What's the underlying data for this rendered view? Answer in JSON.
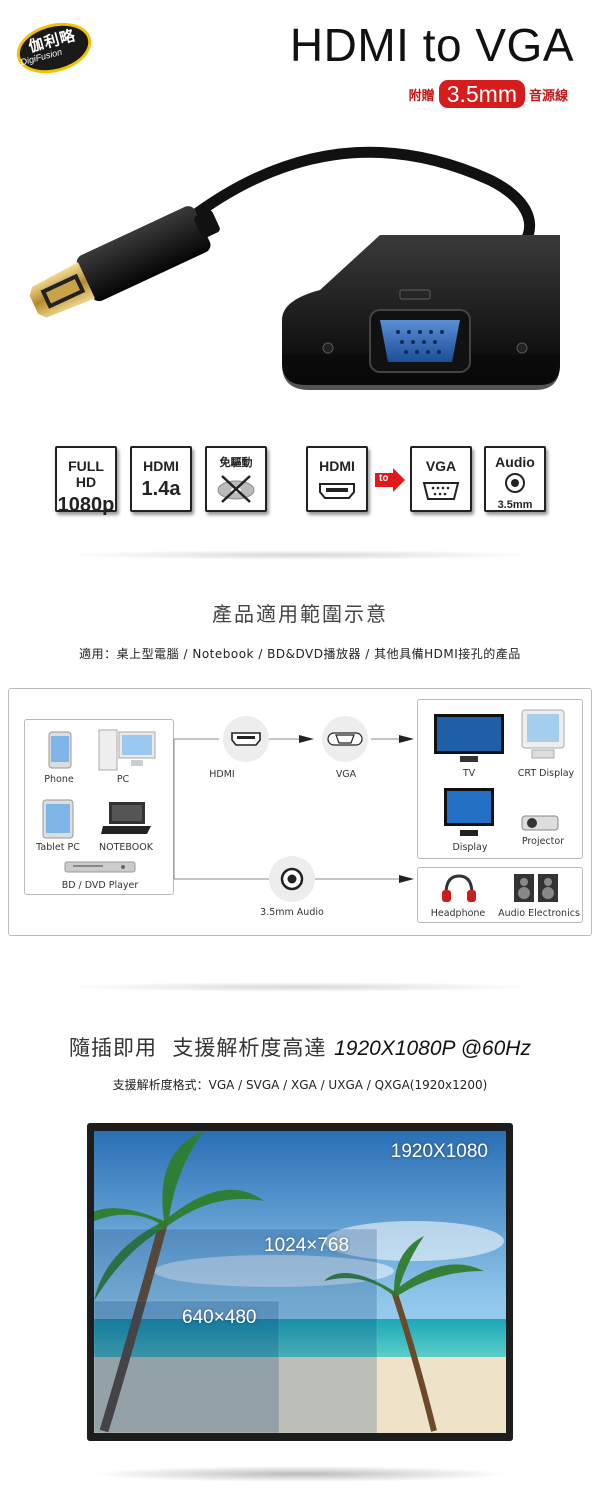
{
  "header": {
    "logo_cn": "伽利略",
    "logo_en": "DigiFusion",
    "title": "HDMI to VGA",
    "gift_prefix": "附贈",
    "gift_size": "3.5mm",
    "gift_suffix": "音源線"
  },
  "badges": [
    {
      "line1": "FULL HD",
      "line2": "1080p"
    },
    {
      "line1": "HDMI",
      "line2": "1.4a"
    },
    {
      "line1": "免驅動",
      "line2": ""
    },
    {
      "line1": "HDMI",
      "line2": ""
    },
    {
      "line1": "to",
      "line2": ""
    },
    {
      "line1": "VGA",
      "line2": ""
    },
    {
      "line1": "Audio",
      "line2": "3.5mm"
    }
  ],
  "section_usage": {
    "title": "產品適用範圍示意",
    "subtitle": "適用：桌上型電腦 / Notebook / BD&DVD播放器 / 其他具備HDMI接孔的產品",
    "sources": [
      "Phone",
      "PC",
      "Tablet PC",
      "NOTEBOOK",
      "BD / DVD Player"
    ],
    "hdmi_label": "HDMI",
    "vga_label": "VGA",
    "audio_label": "3.5mm Audio",
    "displays": [
      "TV",
      "CRT Display",
      "Display",
      "Projector"
    ],
    "audio_outputs": [
      "Headphone",
      "Audio Electronics"
    ]
  },
  "section_resolution": {
    "title_cn": "隨插即用  支援解析度高達",
    "title_en": "1920X1080P @60Hz",
    "subtitle": "支援解析度格式：VGA / SVGA / XGA / UXGA / QXGA(1920x1200)",
    "res_large": "1920X1080",
    "res_medium": "1024×768",
    "res_small": "640×480"
  }
}
